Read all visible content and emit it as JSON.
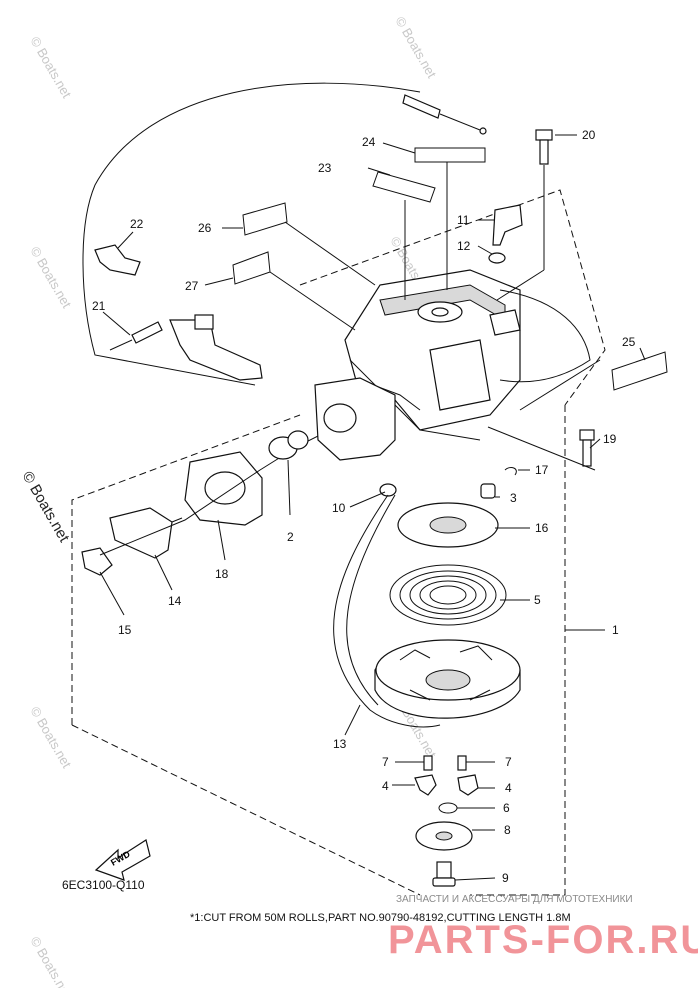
{
  "watermarks": {
    "site": "© Boats.net",
    "side": "© Boats.net"
  },
  "callouts": [
    "1",
    "2",
    "3",
    "4",
    "4",
    "5",
    "6",
    "7",
    "7",
    "8",
    "9",
    "10",
    "11",
    "12",
    "13",
    "14",
    "15",
    "16",
    "17",
    "18",
    "19",
    "20",
    "21",
    "22",
    "23",
    "24",
    "25",
    "26",
    "27"
  ],
  "fwd_label": "FWD",
  "diagram_code": "6EC3100-Q110",
  "footnote": "*1:CUT FROM 50M ROLLS,PART NO.90790-48192,CUTTING LENGTH 1.8M",
  "shop": {
    "tagline": "ЗАПЧАСТИ И АКСЕССУАРЫ ДЛЯ МОТОТЕХНИКИ",
    "logo": "PARTS-FOR.RU"
  }
}
